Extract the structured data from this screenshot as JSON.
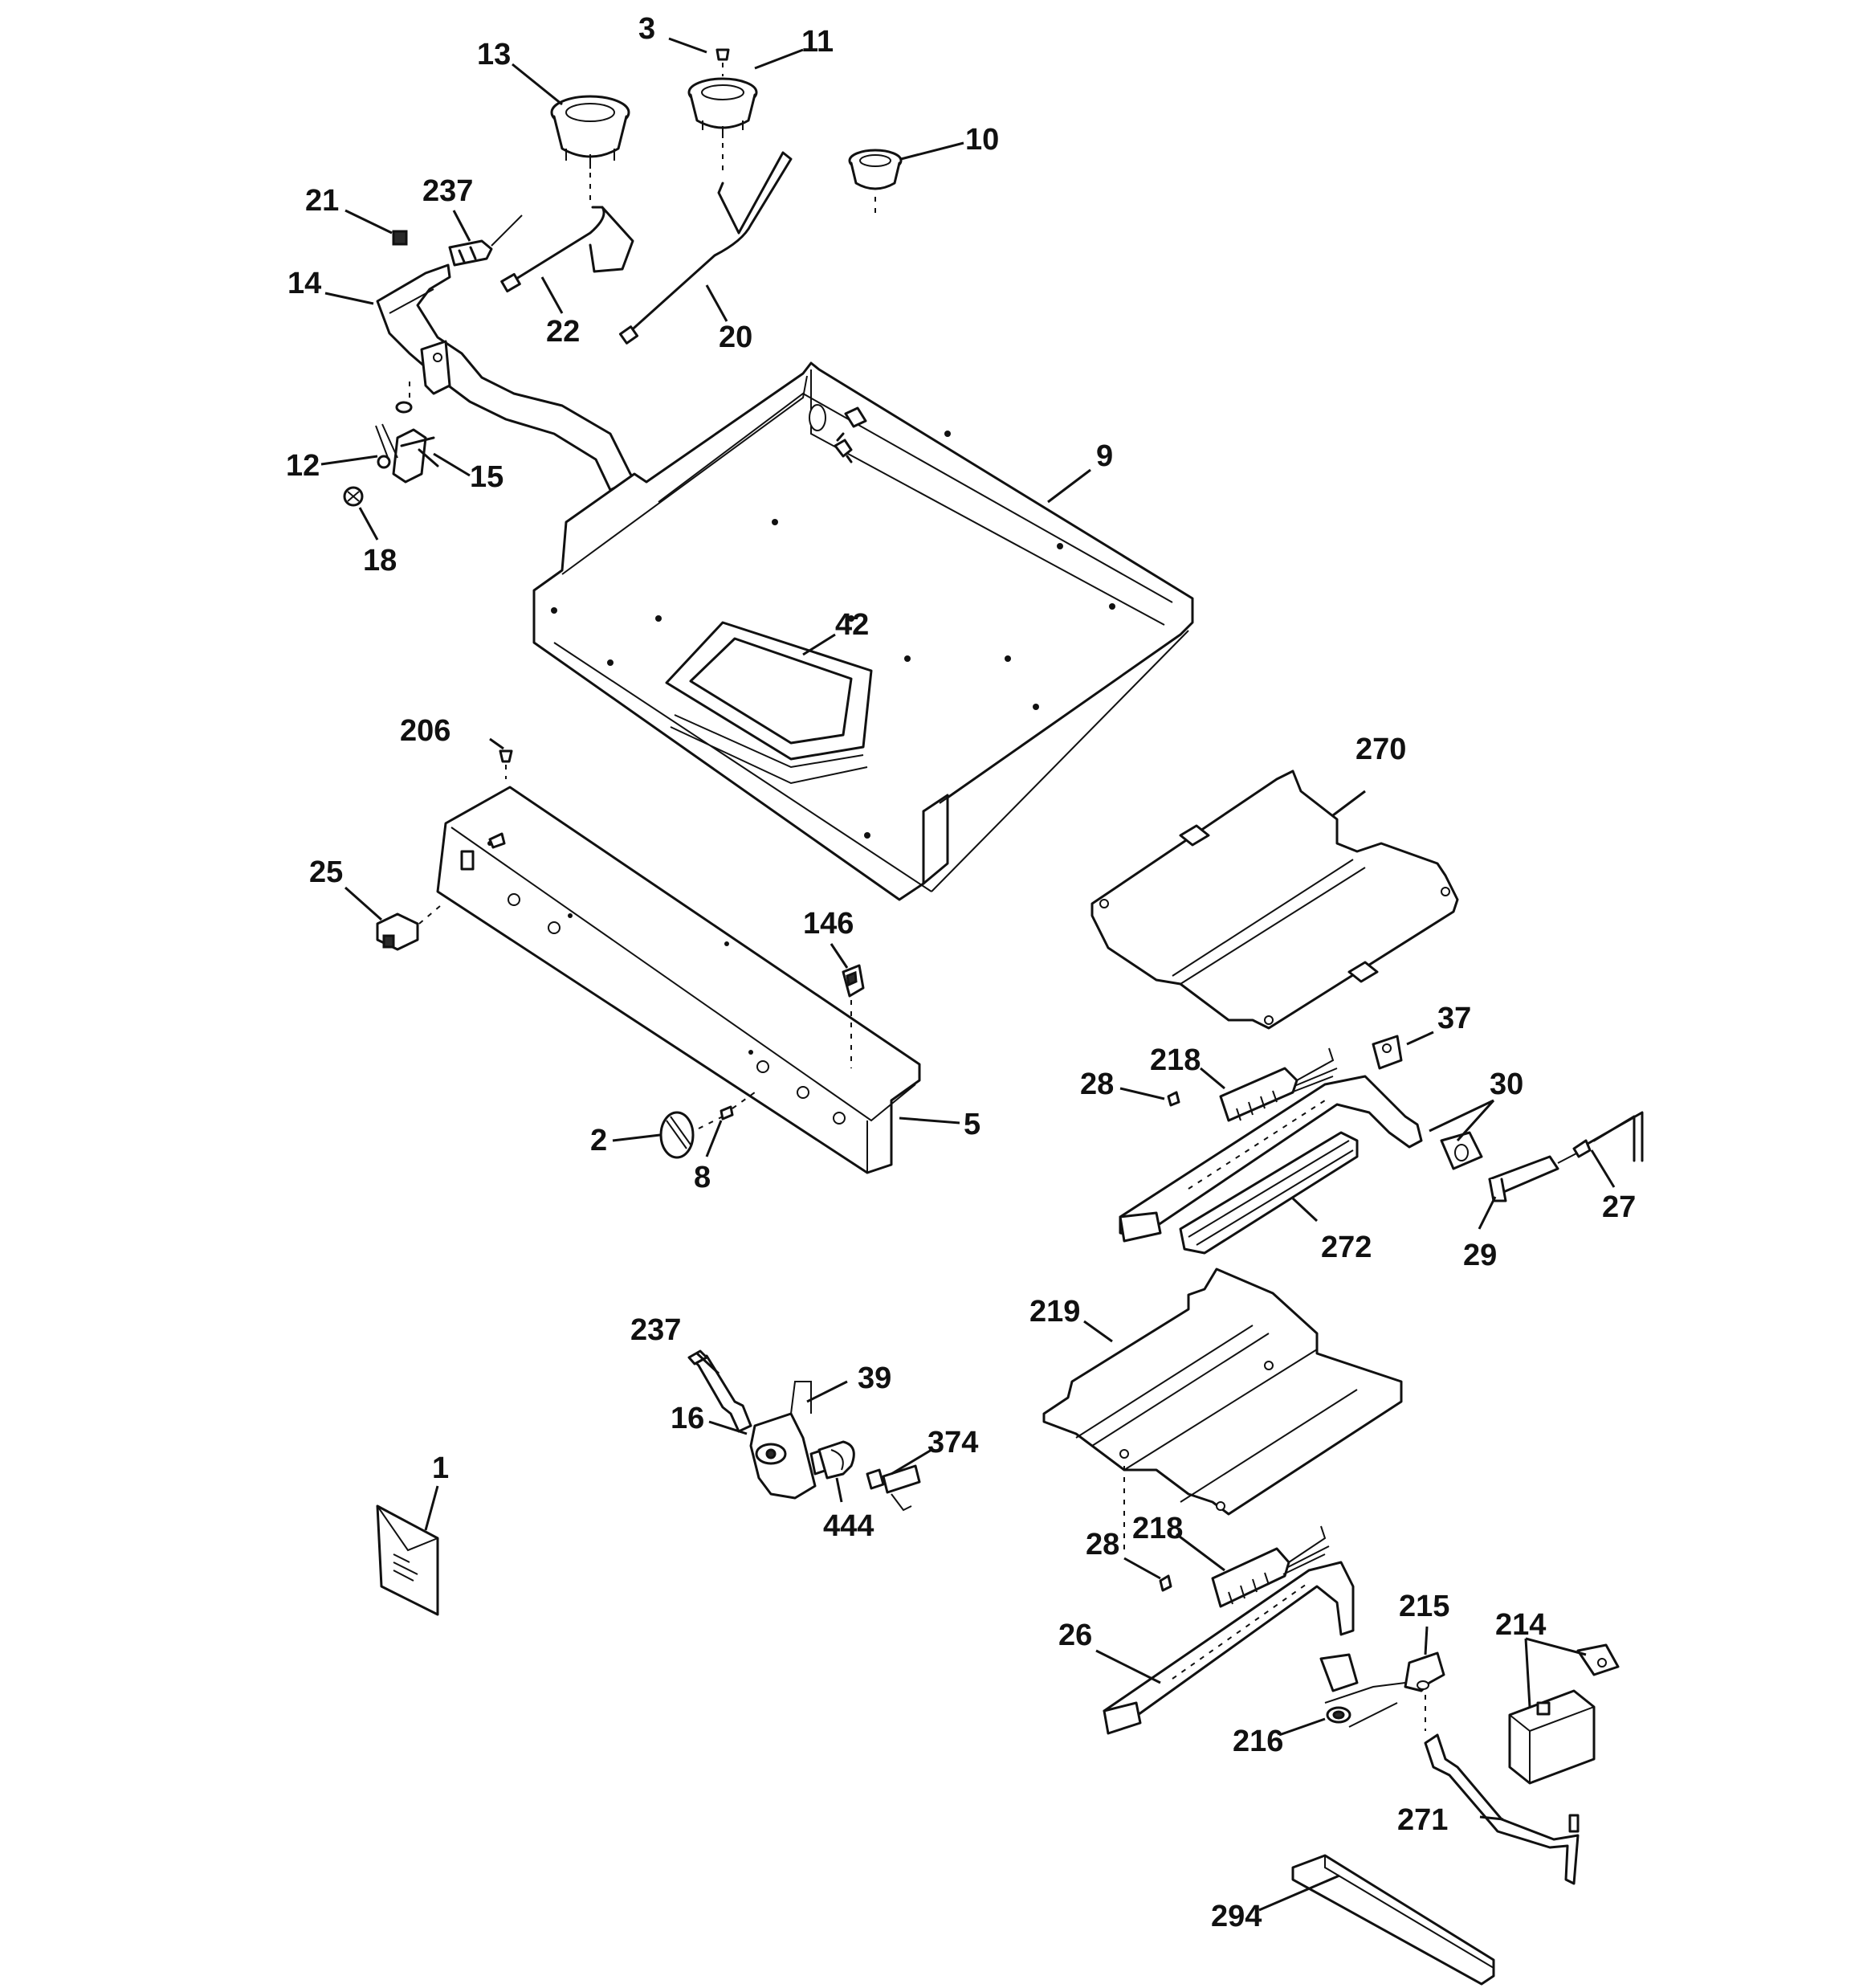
{
  "callouts": [
    {
      "id": "c3",
      "text": "3"
    },
    {
      "id": "c11",
      "text": "11"
    },
    {
      "id": "c13",
      "text": "13"
    },
    {
      "id": "c10",
      "text": "10"
    },
    {
      "id": "c21",
      "text": "21"
    },
    {
      "id": "c237a",
      "text": "237"
    },
    {
      "id": "c14",
      "text": "14"
    },
    {
      "id": "c22",
      "text": "22"
    },
    {
      "id": "c20",
      "text": "20"
    },
    {
      "id": "c9",
      "text": "9"
    },
    {
      "id": "c12",
      "text": "12"
    },
    {
      "id": "c15",
      "text": "15"
    },
    {
      "id": "c18",
      "text": "18"
    },
    {
      "id": "c42",
      "text": "42"
    },
    {
      "id": "c206",
      "text": "206"
    },
    {
      "id": "c270",
      "text": "270"
    },
    {
      "id": "c25",
      "text": "25"
    },
    {
      "id": "c146",
      "text": "146"
    },
    {
      "id": "c37",
      "text": "37"
    },
    {
      "id": "c218a",
      "text": "218"
    },
    {
      "id": "c28a",
      "text": "28"
    },
    {
      "id": "c30",
      "text": "30"
    },
    {
      "id": "c5",
      "text": "5"
    },
    {
      "id": "c2",
      "text": "2"
    },
    {
      "id": "c8",
      "text": "8"
    },
    {
      "id": "c27",
      "text": "27"
    },
    {
      "id": "c272",
      "text": "272"
    },
    {
      "id": "c29",
      "text": "29"
    },
    {
      "id": "c219",
      "text": "219"
    },
    {
      "id": "c237b",
      "text": "237"
    },
    {
      "id": "c39",
      "text": "39"
    },
    {
      "id": "c16",
      "text": "16"
    },
    {
      "id": "c374",
      "text": "374"
    },
    {
      "id": "c444",
      "text": "444"
    },
    {
      "id": "c1",
      "text": "1"
    },
    {
      "id": "c218b",
      "text": "218"
    },
    {
      "id": "c28b",
      "text": "28"
    },
    {
      "id": "c215",
      "text": "215"
    },
    {
      "id": "c214",
      "text": "214"
    },
    {
      "id": "c26",
      "text": "26"
    },
    {
      "id": "c216",
      "text": "216"
    },
    {
      "id": "c271",
      "text": "271"
    },
    {
      "id": "c294",
      "text": "294"
    }
  ]
}
